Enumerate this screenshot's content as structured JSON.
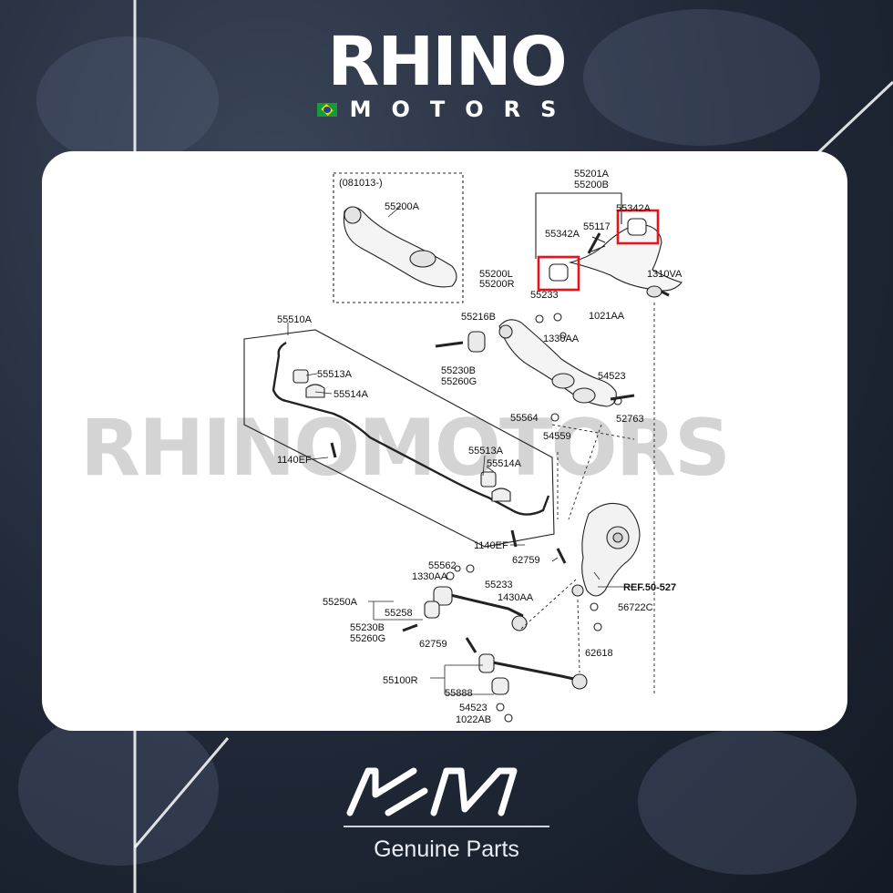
{
  "header": {
    "title": "RHINO",
    "subtitle": "MOTORS",
    "flag_icon": "brazil-flag-icon"
  },
  "watermark": {
    "text": "RHINOMOTORS"
  },
  "footer": {
    "brand_logo": "kia-logo-icon",
    "tagline": "Genuine Parts"
  },
  "diagram": {
    "highlight_color": "#e8141b",
    "labels": {
      "inset_date": "(081013-)",
      "inset_part": "55200A",
      "p55201A": "55201A",
      "p55200B": "55200B",
      "p55342A_right": "55342A",
      "p55342A_left": "55342A",
      "p55117": "55117",
      "p1310VA": "1310VA",
      "p55200L": "55200L",
      "p55200R": "55200R",
      "p55233_top": "55233",
      "p55216B": "55216B",
      "p1021AA": "1021AA",
      "p1330AA_top": "1330AA",
      "p55230B_top": "55230B",
      "p55260G_top": "55260G",
      "p54523_top": "54523",
      "p55564": "55564",
      "p52763": "52763",
      "p54559": "54559",
      "p55510A": "55510A",
      "p55513A_top": "55513A",
      "p55514A_top": "55514A",
      "p55513A_bot": "55513A",
      "p55514A_bot": "55514A",
      "p1140EF_left": "1140EF",
      "p1140EF_bot": "1140EF",
      "p62759_top": "62759",
      "p55562": "55562",
      "p1330AA_mid": "1330AA",
      "p55233_mid": "55233",
      "p55250A": "55250A",
      "p55258": "55258",
      "p1430AA": "1430AA",
      "ref": "REF.50-527",
      "p56722C": "56722C",
      "p55230B_bot": "55230B",
      "p55260G_bot": "55260G",
      "p62759_bot": "62759",
      "p62618": "62618",
      "p55100R": "55100R",
      "p55888": "55888",
      "p54523_bot": "54523",
      "p1022AB": "1022AB"
    }
  }
}
